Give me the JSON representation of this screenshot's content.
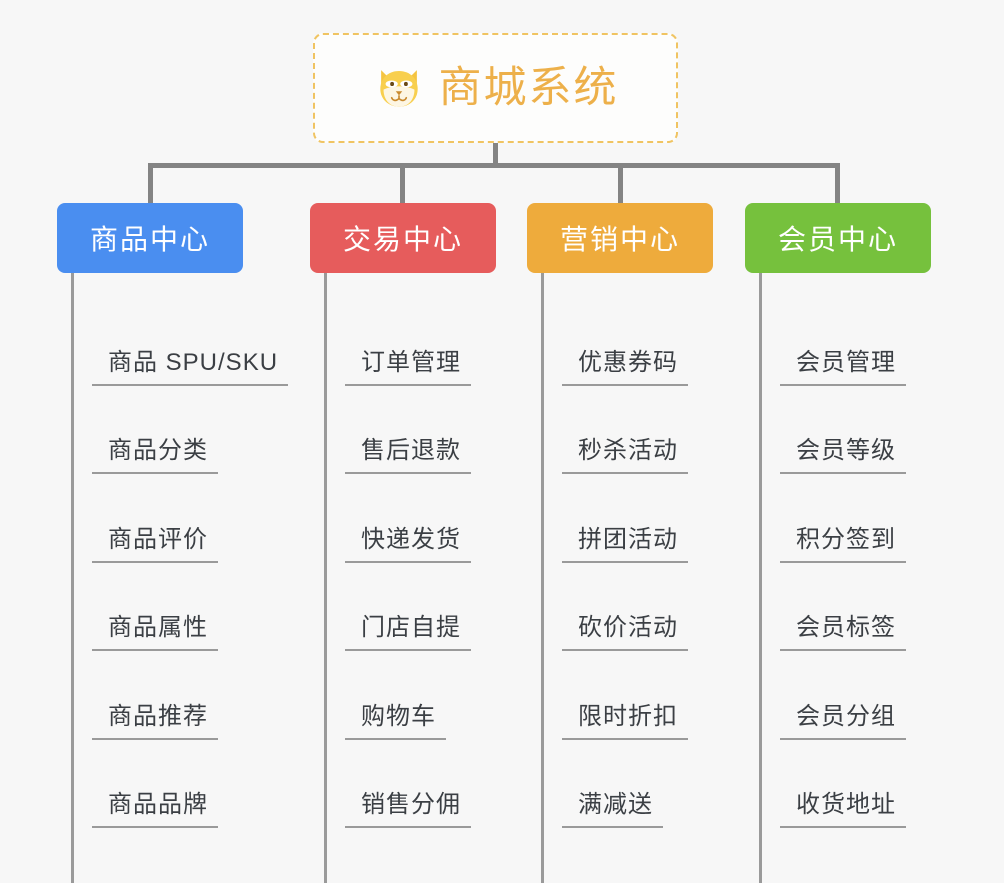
{
  "root": {
    "title": "商城系统",
    "icon": "dog-face-emoji",
    "border_color": "#f0c462",
    "text_color": "#edb04a",
    "background": "#fdfdfc"
  },
  "canvas": {
    "background": "#f7f7f7",
    "connector_color": "#848484",
    "leaf_line_color": "#9a9a9a",
    "leaf_text_color": "#3b3f44"
  },
  "columns": [
    {
      "category": "商品中心",
      "color": "#4a8ef0",
      "items": [
        "商品 SPU/SKU",
        "商品分类",
        "商品评价",
        "商品属性",
        "商品推荐",
        "商品品牌"
      ]
    },
    {
      "category": "交易中心",
      "color": "#e65c5c",
      "items": [
        "订单管理",
        "售后退款",
        "快递发货",
        "门店自提",
        "购物车",
        "销售分佣"
      ]
    },
    {
      "category": "营销中心",
      "color": "#eeab3c",
      "items": [
        "优惠券码",
        "秒杀活动",
        "拼团活动",
        "砍价活动",
        "限时折扣",
        "满减送"
      ]
    },
    {
      "category": "会员中心",
      "color": "#76c13d",
      "items": [
        "会员管理",
        "会员等级",
        "积分签到",
        "会员标签",
        "会员分组",
        "收货地址"
      ]
    }
  ]
}
